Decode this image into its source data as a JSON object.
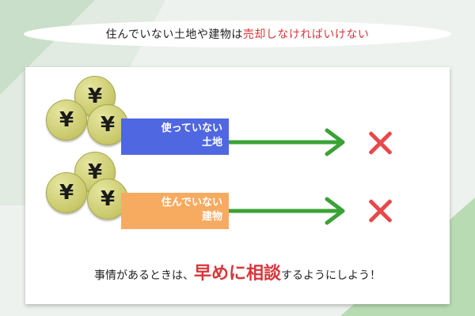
{
  "title": {
    "prefix": "住んでいない土地や建物は",
    "highlight": "売却しなければいけない"
  },
  "rows": [
    {
      "line1": "使っていない",
      "line2": "土地",
      "color": "#4f67e0"
    },
    {
      "line1": "住んでいない",
      "line2": "建物",
      "color": "#f6ab61"
    }
  ],
  "coin_symbol": "¥",
  "arrow_color": "#3aa235",
  "cross_color": "#e8484a",
  "bottom": {
    "before": "事情があるときは、",
    "emphasis": "早めに相談",
    "after": "するようにしよう！"
  }
}
